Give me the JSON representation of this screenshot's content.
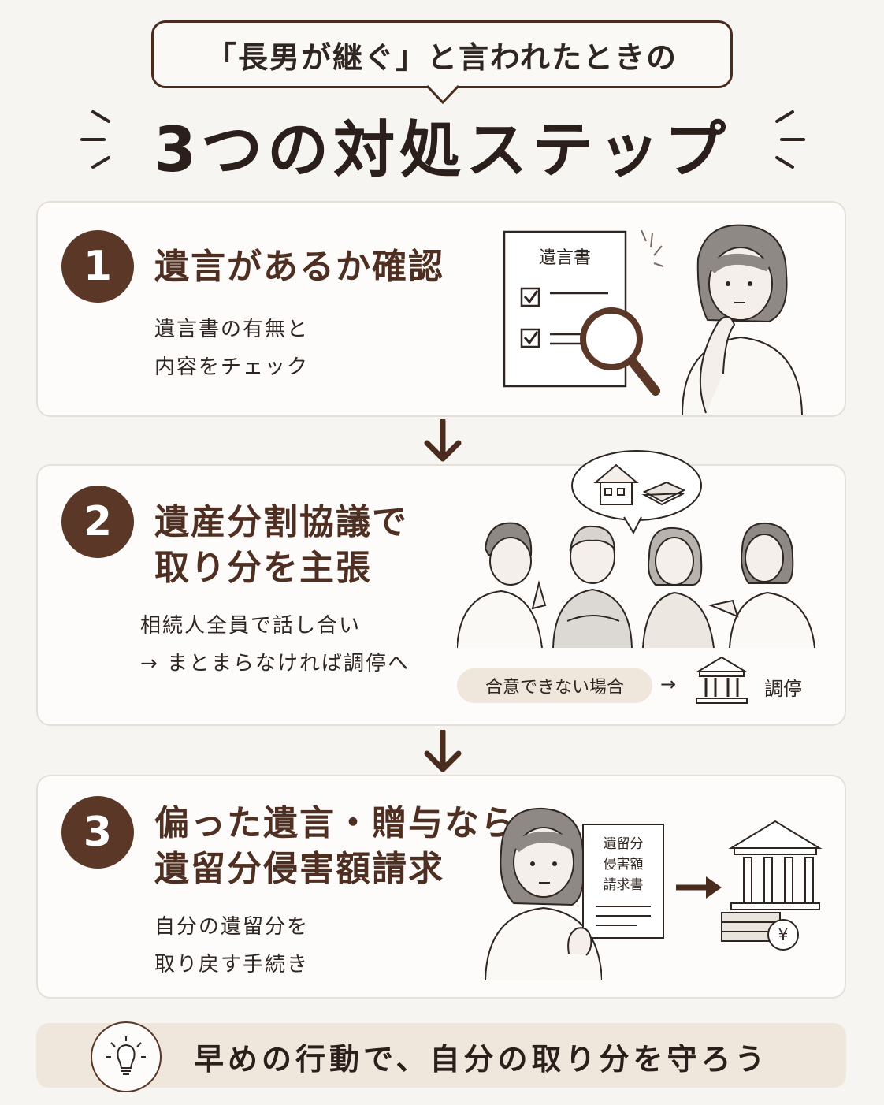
{
  "header": {
    "bubble_text": "「長男が継ぐ」と言われたときの",
    "title": "3つの対処ステップ"
  },
  "steps": [
    {
      "number": "1",
      "title_lines": [
        "遺言があるか確認"
      ],
      "desc_lines": [
        "遺言書の有無と",
        "内容をチェック"
      ],
      "document_label": "遺言書"
    },
    {
      "number": "2",
      "title_lines": [
        "遺産分割協議で",
        "取り分を主張"
      ],
      "desc_lines": [
        "相続人全員で話し合い",
        "→ まとまらなければ調停へ"
      ],
      "pill_label": "合意できない場合",
      "arrow_glyph": "→",
      "target_label": "調停"
    },
    {
      "number": "3",
      "title_lines": [
        "偏った遺言・贈与なら",
        "遺留分侵害額請求"
      ],
      "desc_lines": [
        "自分の遺留分を",
        "取り戻す手続き"
      ],
      "document_lines": [
        "遺留分",
        "侵害額",
        "請求書"
      ],
      "coin_symbol": "¥"
    }
  ],
  "footer": {
    "text": "早めの行動で、自分の取り分を守ろう"
  },
  "colors": {
    "accent": "#5a3727",
    "title_brown": "#4e2f22",
    "background": "#f7f5f2",
    "card": "#fdfcfa",
    "pill": "#efe6dc"
  }
}
